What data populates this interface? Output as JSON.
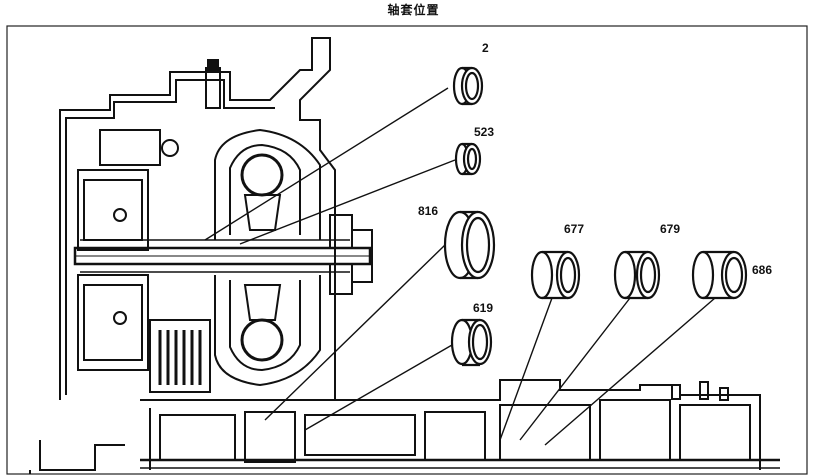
{
  "title": "轴套位置",
  "parts": [
    {
      "label": "2",
      "icon": "bushing-icon"
    },
    {
      "label": "523",
      "icon": "bushing-icon"
    },
    {
      "label": "816",
      "icon": "bushing-icon"
    },
    {
      "label": "619",
      "icon": "bushing-icon"
    },
    {
      "label": "677",
      "icon": "bushing-icon"
    },
    {
      "label": "679",
      "icon": "bushing-icon"
    },
    {
      "label": "686",
      "icon": "bushing-icon"
    }
  ],
  "diagram_subject_icon": "transmission-cross-section-icon"
}
